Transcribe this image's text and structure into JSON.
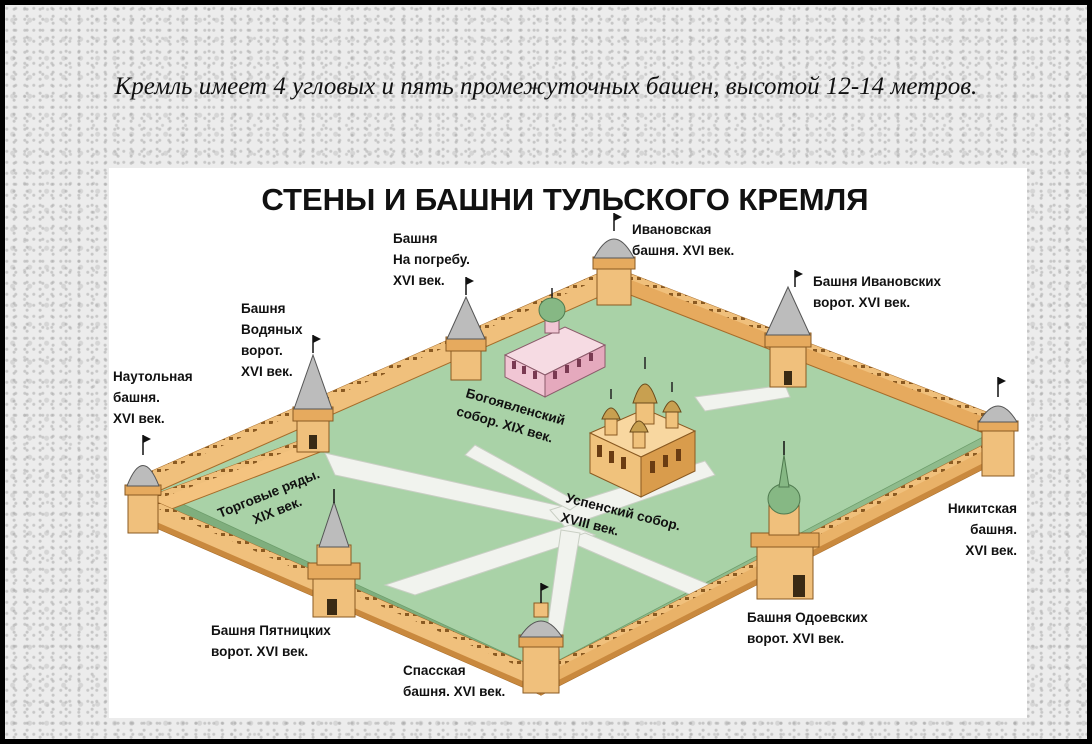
{
  "caption": "Кремль имеет 4 угловых и пять промежуточных башен, высотой 12-14 метров.",
  "map": {
    "title": "СТЕНЫ И БАШНИ ТУЛЬСКОГО КРЕМЛЯ",
    "labels": {
      "vodyanykh": [
        "Башня",
        "Водяных",
        "ворот.",
        "XVI век."
      ],
      "na_pogrebu": [
        "Башня",
        "На погребу.",
        "XVI век."
      ],
      "ivanovskaya": [
        "Ивановская",
        "башня. XVI век."
      ],
      "ivanovskikh_vorot": [
        "Башня Ивановских",
        "ворот. XVI век."
      ],
      "nautolnaya": [
        "Наутольная",
        "башня.",
        "XVI век."
      ],
      "bogoyavlensky": [
        "Богоявленский",
        "собор. XIX век."
      ],
      "torgovye": [
        "Торговые ряды.",
        "XIX век."
      ],
      "uspensky": [
        "Успенский собор.",
        "XVIII век."
      ],
      "nikitskaya": [
        "Никитская",
        "башня.",
        "XVI век."
      ],
      "pyatnitskikh": [
        "Башня Пятницких",
        "ворот. XVI век."
      ],
      "odoevskikh": [
        "Башня Одоевских",
        "ворот. XVI век."
      ],
      "spasskaya": [
        "Спасская",
        "башня. XVI век."
      ]
    },
    "colors": {
      "lawn": "#a9d2a7",
      "path": "#f1f3ee",
      "wall": "#f0c07c",
      "wall_shadow": "#c9893e",
      "tower_roof": "#bcbcbc",
      "dome_gold": "#c8a050",
      "dome_green": "#86b884",
      "church_pink": "#f1c6d4",
      "cathedral_yellow": "#f0c27c"
    }
  }
}
